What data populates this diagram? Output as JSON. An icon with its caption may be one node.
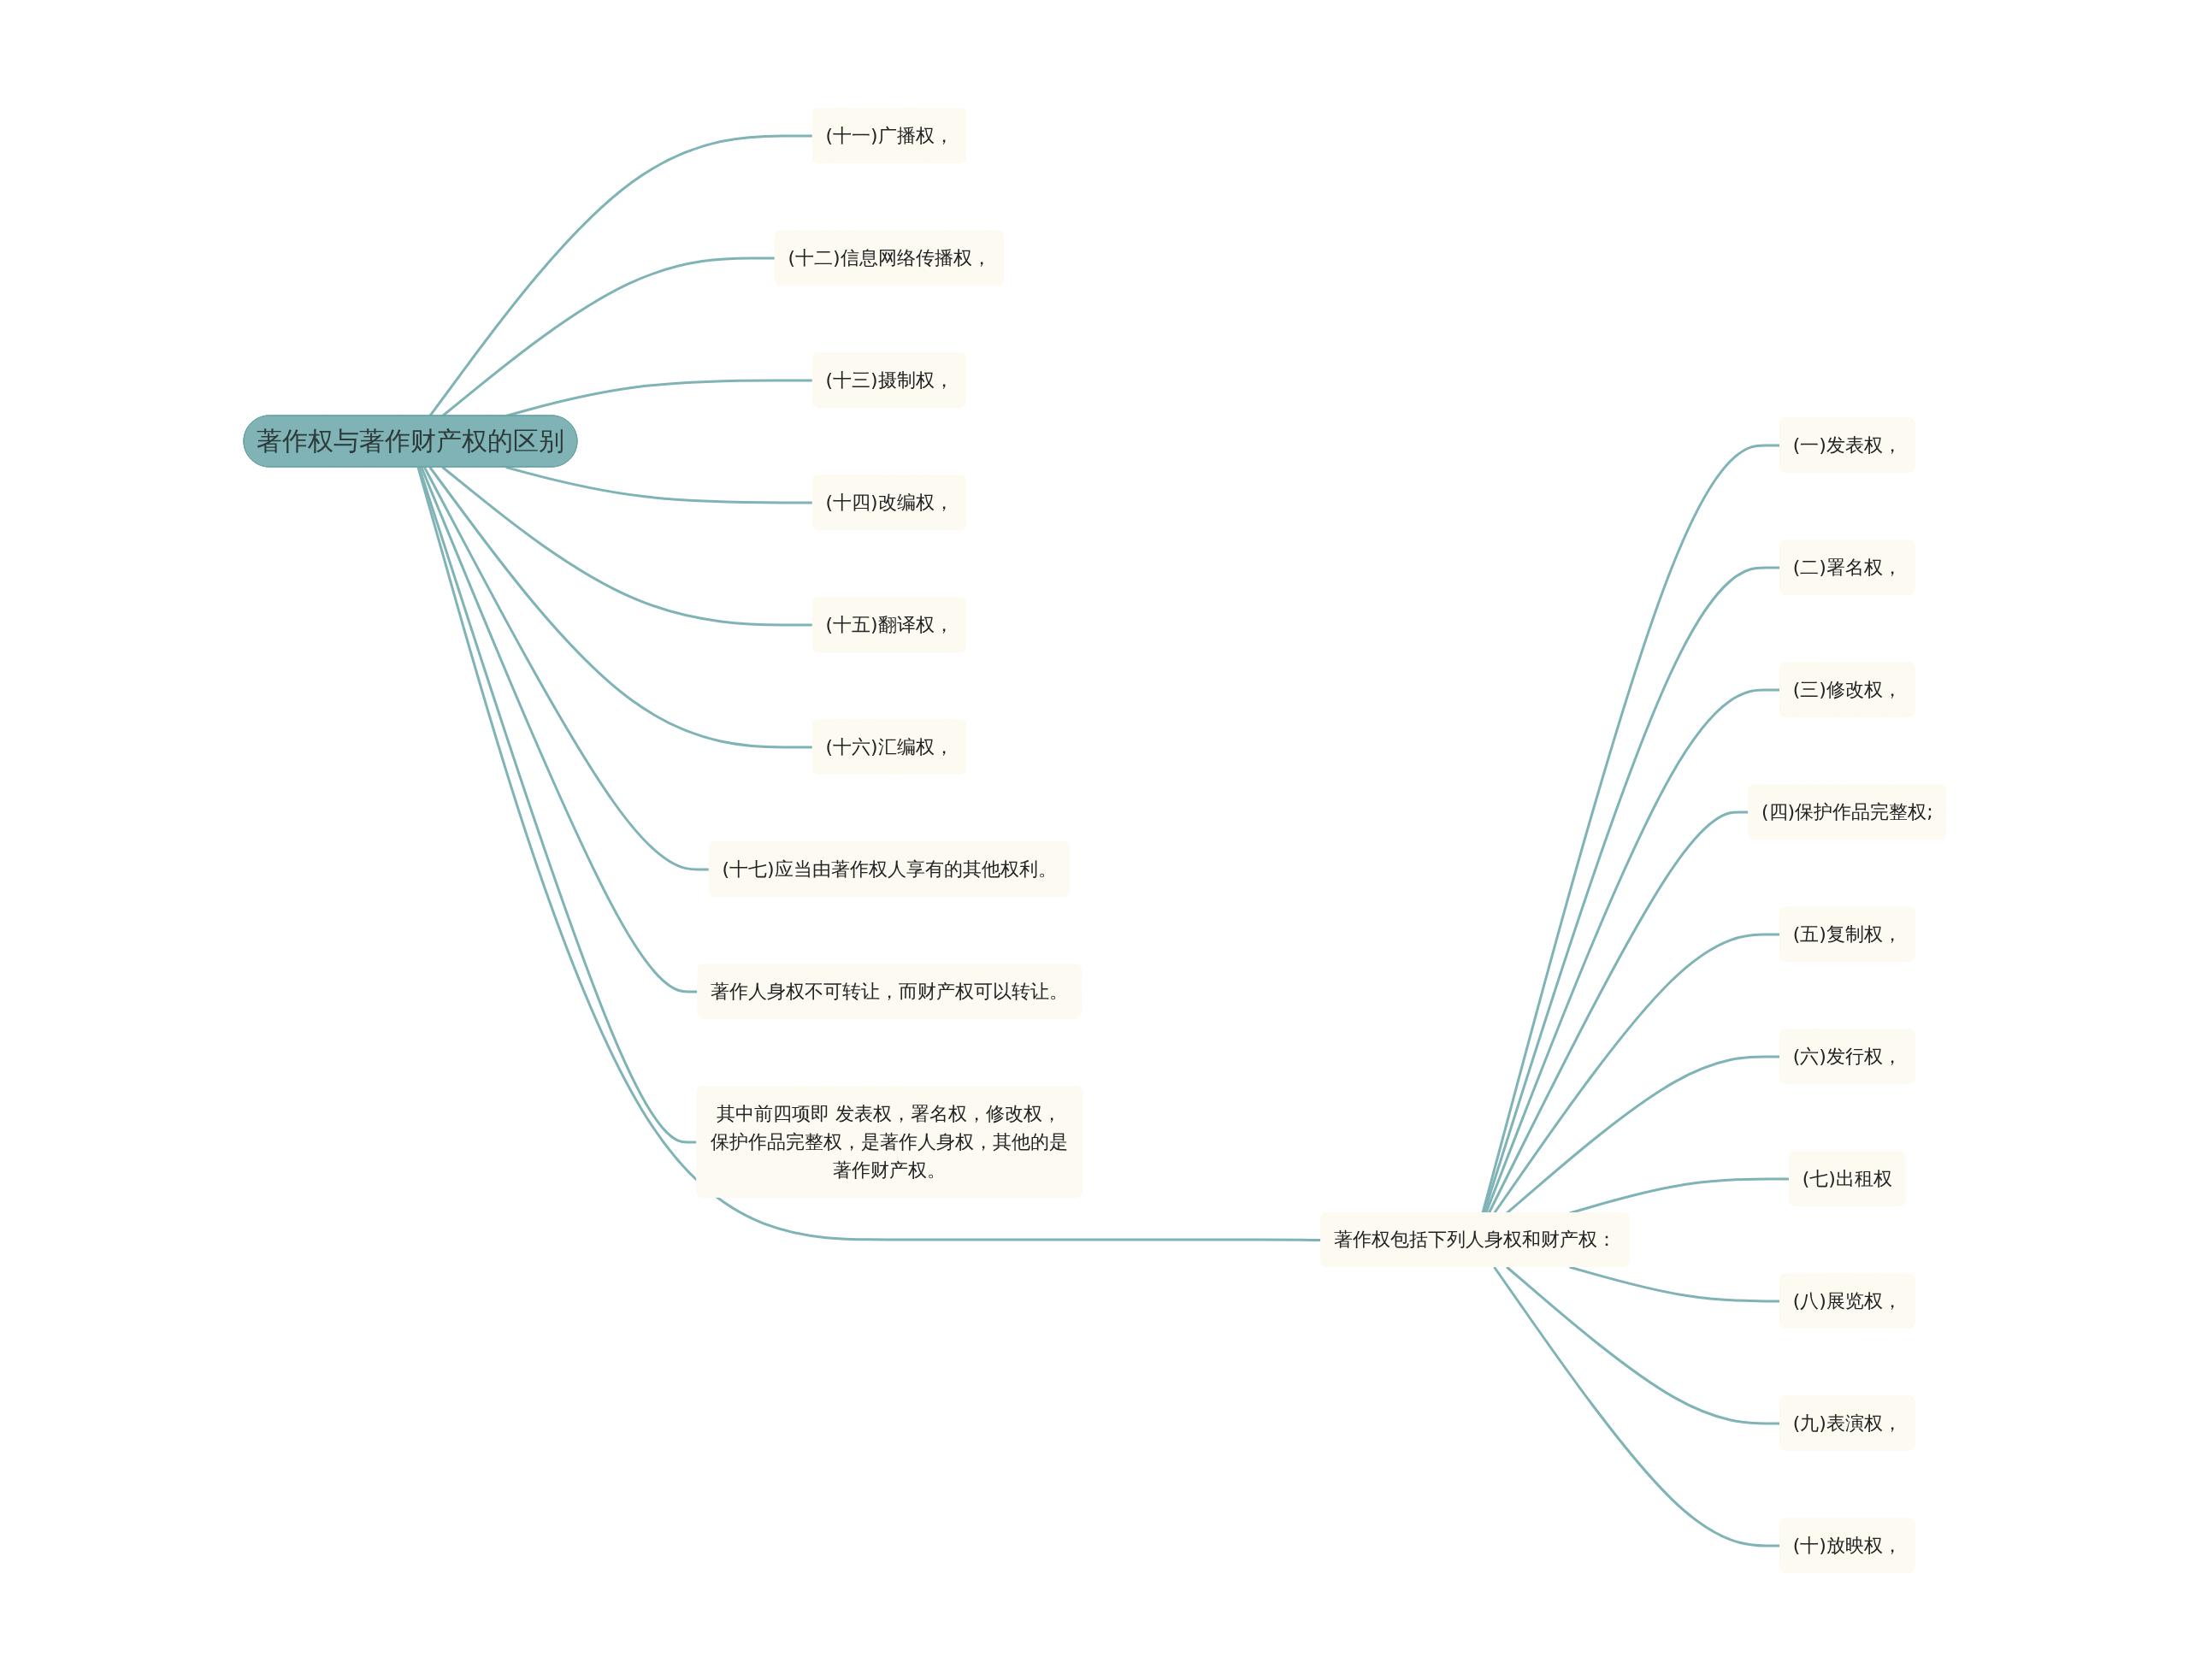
{
  "diagram": {
    "nodes": [
      {
        "text": [
          "著作权与著作财产权的区别"
        ]
      },
      {
        "text": [
          "著作权包括下列人身权和财产权："
        ]
      },
      {
        "text": [
          "(一)发表权，"
        ]
      },
      {
        "text": [
          "(二)署名权，"
        ]
      },
      {
        "text": [
          "(三)修改权，"
        ]
      },
      {
        "text": [
          "(四)保护作品完整权;"
        ]
      },
      {
        "text": [
          "(五)复制权，"
        ]
      },
      {
        "text": [
          "(六)发行权，"
        ]
      },
      {
        "text": [
          "(七)出租权"
        ]
      },
      {
        "text": [
          "(八)展览权，"
        ]
      },
      {
        "text": [
          "(九)表演权，"
        ]
      },
      {
        "text": [
          "(十)放映权，"
        ]
      },
      {
        "text": [
          "(十一)广播权，"
        ]
      },
      {
        "text": [
          "(十二)信息网络传播权，"
        ]
      },
      {
        "text": [
          "(十三)摄制权，"
        ]
      },
      {
        "text": [
          "(十四)改编权，"
        ]
      },
      {
        "text": [
          "(十五)翻译权，"
        ]
      },
      {
        "text": [
          "(十六)汇编权，"
        ]
      },
      {
        "text": [
          "(十七)应当由著作权人享有的其他权利。"
        ]
      },
      {
        "text": [
          "著作人身权不可转让，而财产权可以转让。"
        ]
      },
      {
        "text": [
          "其中前四项即 发表权，署名权，修改权，保护作品完整权，是著作人身权，其他的是著作财产权。"
        ]
      }
    ],
    "edges": [
      {
        "from": 0,
        "to": 1,
        "arrow": "none"
      },
      {
        "from": 1,
        "to": 2,
        "arrow": "none"
      },
      {
        "from": 1,
        "to": 3,
        "arrow": "none"
      },
      {
        "from": 1,
        "to": 4,
        "arrow": "none"
      },
      {
        "from": 1,
        "to": 5,
        "arrow": "none"
      },
      {
        "from": 1,
        "to": 6,
        "arrow": "none"
      },
      {
        "from": 1,
        "to": 7,
        "arrow": "none"
      },
      {
        "from": 1,
        "to": 8,
        "arrow": "none"
      },
      {
        "from": 1,
        "to": 9,
        "arrow": "none"
      },
      {
        "from": 1,
        "to": 10,
        "arrow": "none"
      },
      {
        "from": 1,
        "to": 11,
        "arrow": "none"
      },
      {
        "from": 0,
        "to": 12,
        "arrow": "none"
      },
      {
        "from": 0,
        "to": 13,
        "arrow": "none"
      },
      {
        "from": 0,
        "to": 14,
        "arrow": "none"
      },
      {
        "from": 0,
        "to": 15,
        "arrow": "none"
      },
      {
        "from": 0,
        "to": 16,
        "arrow": "none"
      },
      {
        "from": 0,
        "to": 17,
        "arrow": "none"
      },
      {
        "from": 0,
        "to": 18,
        "arrow": "none"
      },
      {
        "from": 0,
        "to": 19,
        "arrow": "none"
      },
      {
        "from": 0,
        "to": 20,
        "arrow": "none"
      }
    ]
  }
}
